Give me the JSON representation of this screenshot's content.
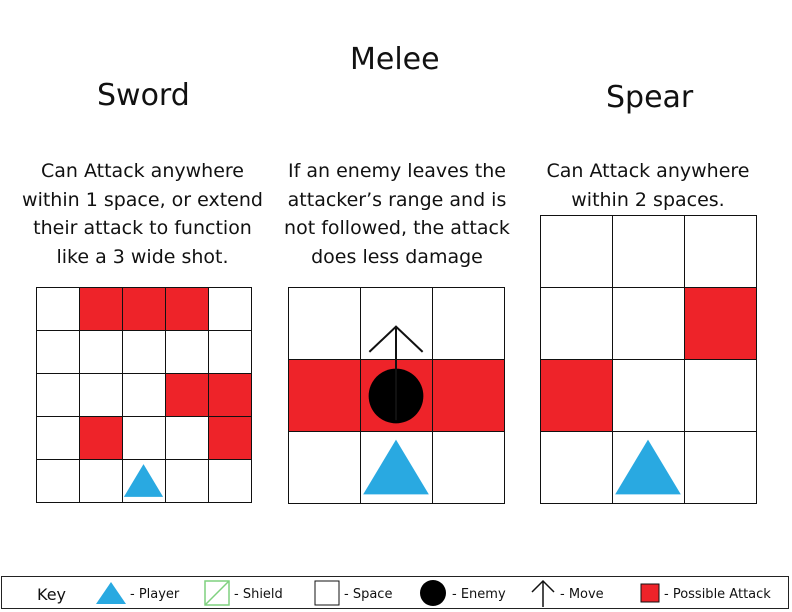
{
  "heading": "Melee",
  "columns": [
    {
      "title": "Sword",
      "description": [
        "Can Attack anywhere",
        "within 1 space, or extend",
        "their attack to function",
        "like a 3 wide shot."
      ]
    },
    {
      "title": "",
      "description": [
        "If an enemy leaves the",
        "attacker’s range and is",
        "not followed, the attack",
        "does less damage"
      ]
    },
    {
      "title": "Spear",
      "description": [
        "Can Attack anywhere",
        "within 2 spaces."
      ]
    }
  ],
  "grids": {
    "sword": {
      "cols": 5,
      "rows": 5,
      "attack": [
        [
          0,
          1
        ],
        [
          0,
          2
        ],
        [
          0,
          3
        ],
        [
          2,
          3
        ],
        [
          2,
          4
        ],
        [
          3,
          1
        ],
        [
          3,
          4
        ]
      ],
      "player": [
        4,
        2
      ]
    },
    "follow": {
      "cols": 3,
      "rows": 3,
      "attack": [
        [
          1,
          0
        ],
        [
          1,
          1
        ],
        [
          1,
          2
        ]
      ],
      "player": [
        2,
        1
      ],
      "enemy": [
        1,
        1
      ],
      "move": [
        0,
        1
      ]
    },
    "spear": {
      "cols": 3,
      "rows": 4,
      "attack": [
        [
          1,
          2
        ],
        [
          2,
          0
        ]
      ],
      "player": [
        3,
        1
      ]
    }
  },
  "key": {
    "title": "Key",
    "items": [
      {
        "icon": "player-triangle",
        "label": "- Player"
      },
      {
        "icon": "shield-square",
        "label": "- Shield"
      },
      {
        "icon": "space-square",
        "label": "- Space"
      },
      {
        "icon": "enemy-circle",
        "label": "- Enemy"
      },
      {
        "icon": "move-arrow",
        "label": "- Move"
      },
      {
        "icon": "attack-square",
        "label": "- Possible Attack"
      }
    ]
  },
  "colors": {
    "attack": "#ee2329",
    "player": "#29a9e1",
    "enemy": "#000000",
    "shield": "#7fd17f"
  }
}
